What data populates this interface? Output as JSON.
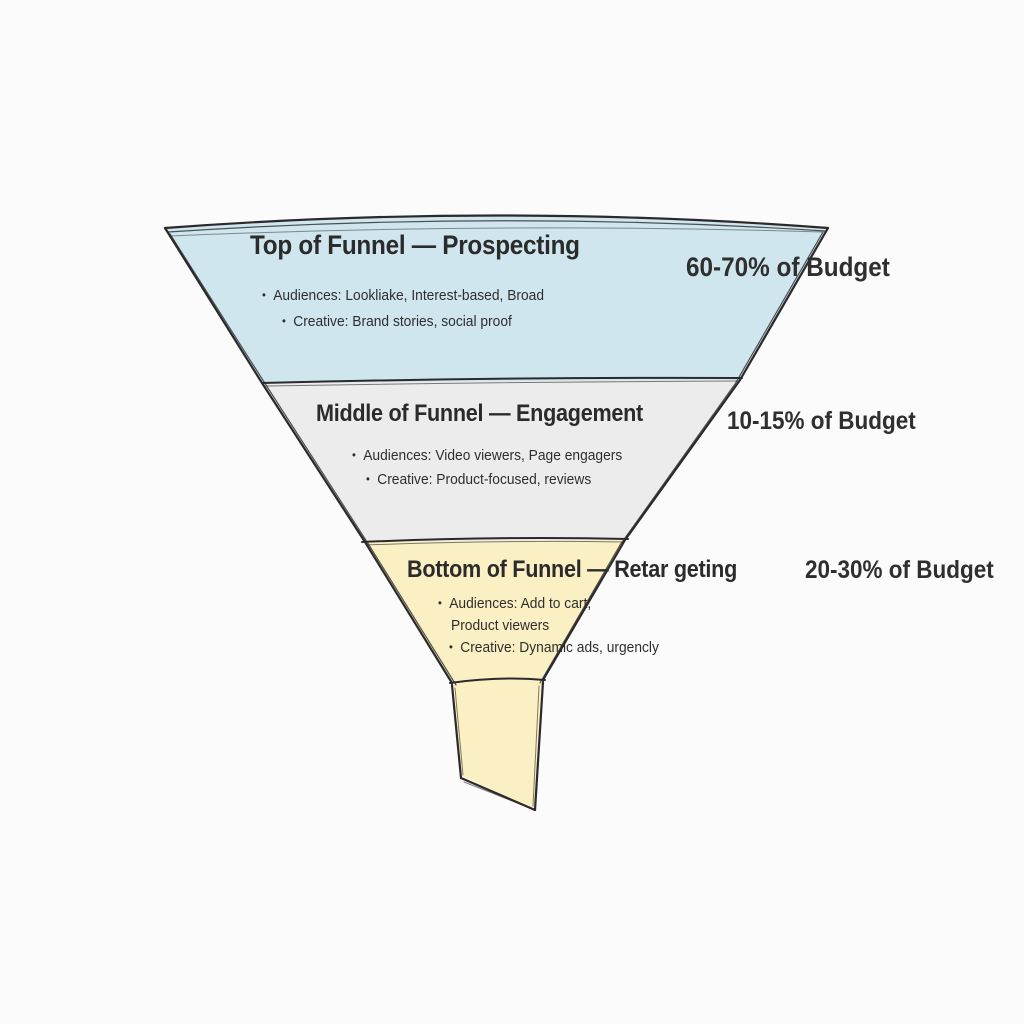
{
  "diagram": {
    "type": "funnel",
    "style": "hand-drawn sketch",
    "colors": {
      "background": "#fbfbfb",
      "top_fill": "#cfe6ee",
      "middle_fill": "#ececec",
      "bottom_fill": "#fbf0c4",
      "spout_fill": "#fbf0c4",
      "outline": "#2a2a2a",
      "text": "#2b2b2b"
    },
    "stages": [
      {
        "title": "Top of Funnel — Prospecting",
        "bullets": [
          "Audiences: Lookliake, Interest-based, Broad",
          "Creative: Brand stories, social proof"
        ],
        "budget": "60-70% of Budget"
      },
      {
        "title": "Middle of Funnel — Engagement",
        "bullets": [
          "Audiences: Video viewers, Page engagers",
          "Creative: Product-focused, reviews"
        ],
        "budget": "10-15% of Budget"
      },
      {
        "title": "Bottom of Funnel — Retar geting",
        "bullets": [
          "Audiences: Add to cart,",
          "Product viewers",
          "Creative: Dynamic ads, urgencly"
        ],
        "budget": "20-30% of Budget"
      }
    ]
  }
}
